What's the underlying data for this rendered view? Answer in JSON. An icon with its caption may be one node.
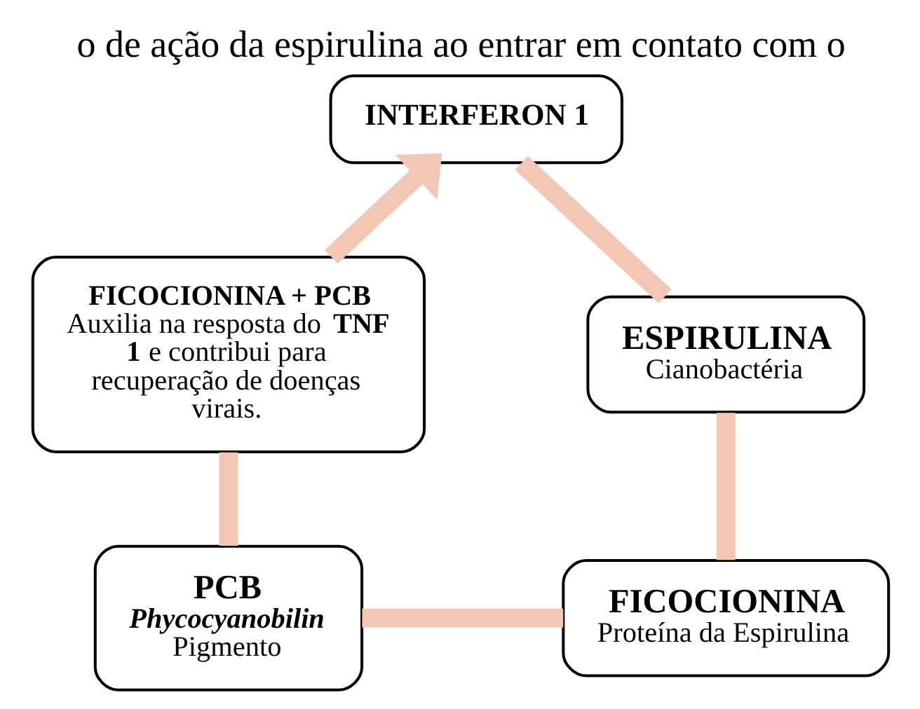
{
  "diagram": {
    "title": "o de ação da espirulina ao entrar em contato com o",
    "nodes": [
      {
        "text": [
          "INTERFERON 1"
        ]
      },
      {
        "text": [
          "ESPIRULINA",
          "Cianobactéria"
        ]
      },
      {
        "text": [
          "FICOCIONINA",
          "Proteína da Espirulina"
        ]
      },
      {
        "text": [
          "PCB",
          "Phycocyanobilin",
          "Pigmento"
        ]
      },
      {
        "text": [
          "FICOCIONINA + PCB",
          "Auxilia na resposta do **TNF 1** e contribui para recuperação de doenças virais."
        ]
      }
    ],
    "edges": [
      {
        "from": 0,
        "to": 1,
        "arrow": "none"
      },
      {
        "from": 1,
        "to": 2,
        "arrow": "none"
      },
      {
        "from": 2,
        "to": 3,
        "arrow": "none"
      },
      {
        "from": 3,
        "to": 4,
        "arrow": "none"
      },
      {
        "from": 4,
        "to": 0,
        "arrow": "to"
      }
    ]
  }
}
